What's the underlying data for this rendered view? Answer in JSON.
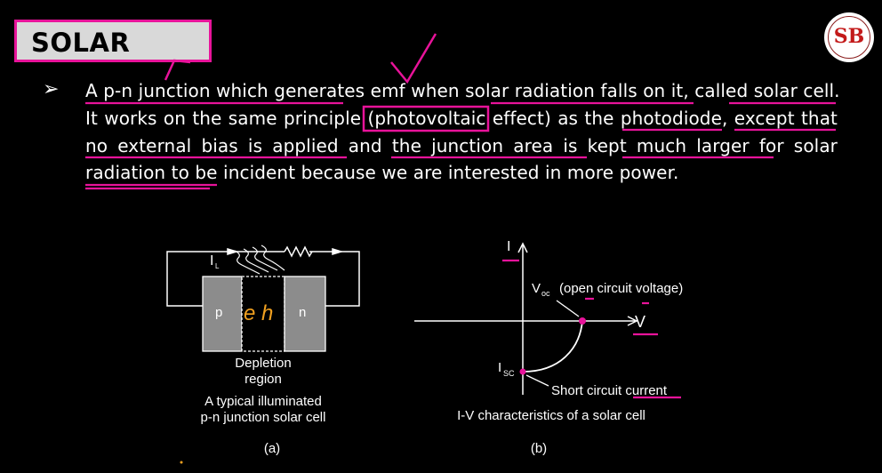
{
  "slide": {
    "title": "SOLAR CELL",
    "logo_text": "SB",
    "bullet_symbol": "➢",
    "paragraph_lines": [
      "A p-n junction which generates emf when solar radiation falls on it, called solar cell.",
      "It works on the same principle (photovoltaic effect) as the photodiode, except that",
      "no external bias is applied and the junction area is kept much larger for solar",
      "radiation to be incident because we are interested in more power."
    ]
  },
  "colors": {
    "annotation": "#e8139a",
    "background": "#000000",
    "title_box": "#d9d9d9",
    "panel_gray": "#8c8c8c",
    "handwriting_orange": "#f0a020"
  },
  "figure_a": {
    "current_label": "I",
    "current_subscript": "L",
    "p_label": "p",
    "n_label": "n",
    "handwritten": "e h",
    "depletion_label_1": "Depletion",
    "depletion_label_2": "region",
    "caption_1": "A typical illuminated",
    "caption_2": "p-n junction solar cell",
    "sub_label": "(a)"
  },
  "figure_b": {
    "i_axis": "I",
    "v_axis": "V",
    "voc_label": "V",
    "voc_sub": "oc",
    "voc_desc": "(open circuit voltage)",
    "isc_label": "I",
    "isc_sub": "SC",
    "isc_desc": "Short circuit current",
    "caption": "I-V characteristics of a solar cell",
    "sub_label": "(b)"
  }
}
